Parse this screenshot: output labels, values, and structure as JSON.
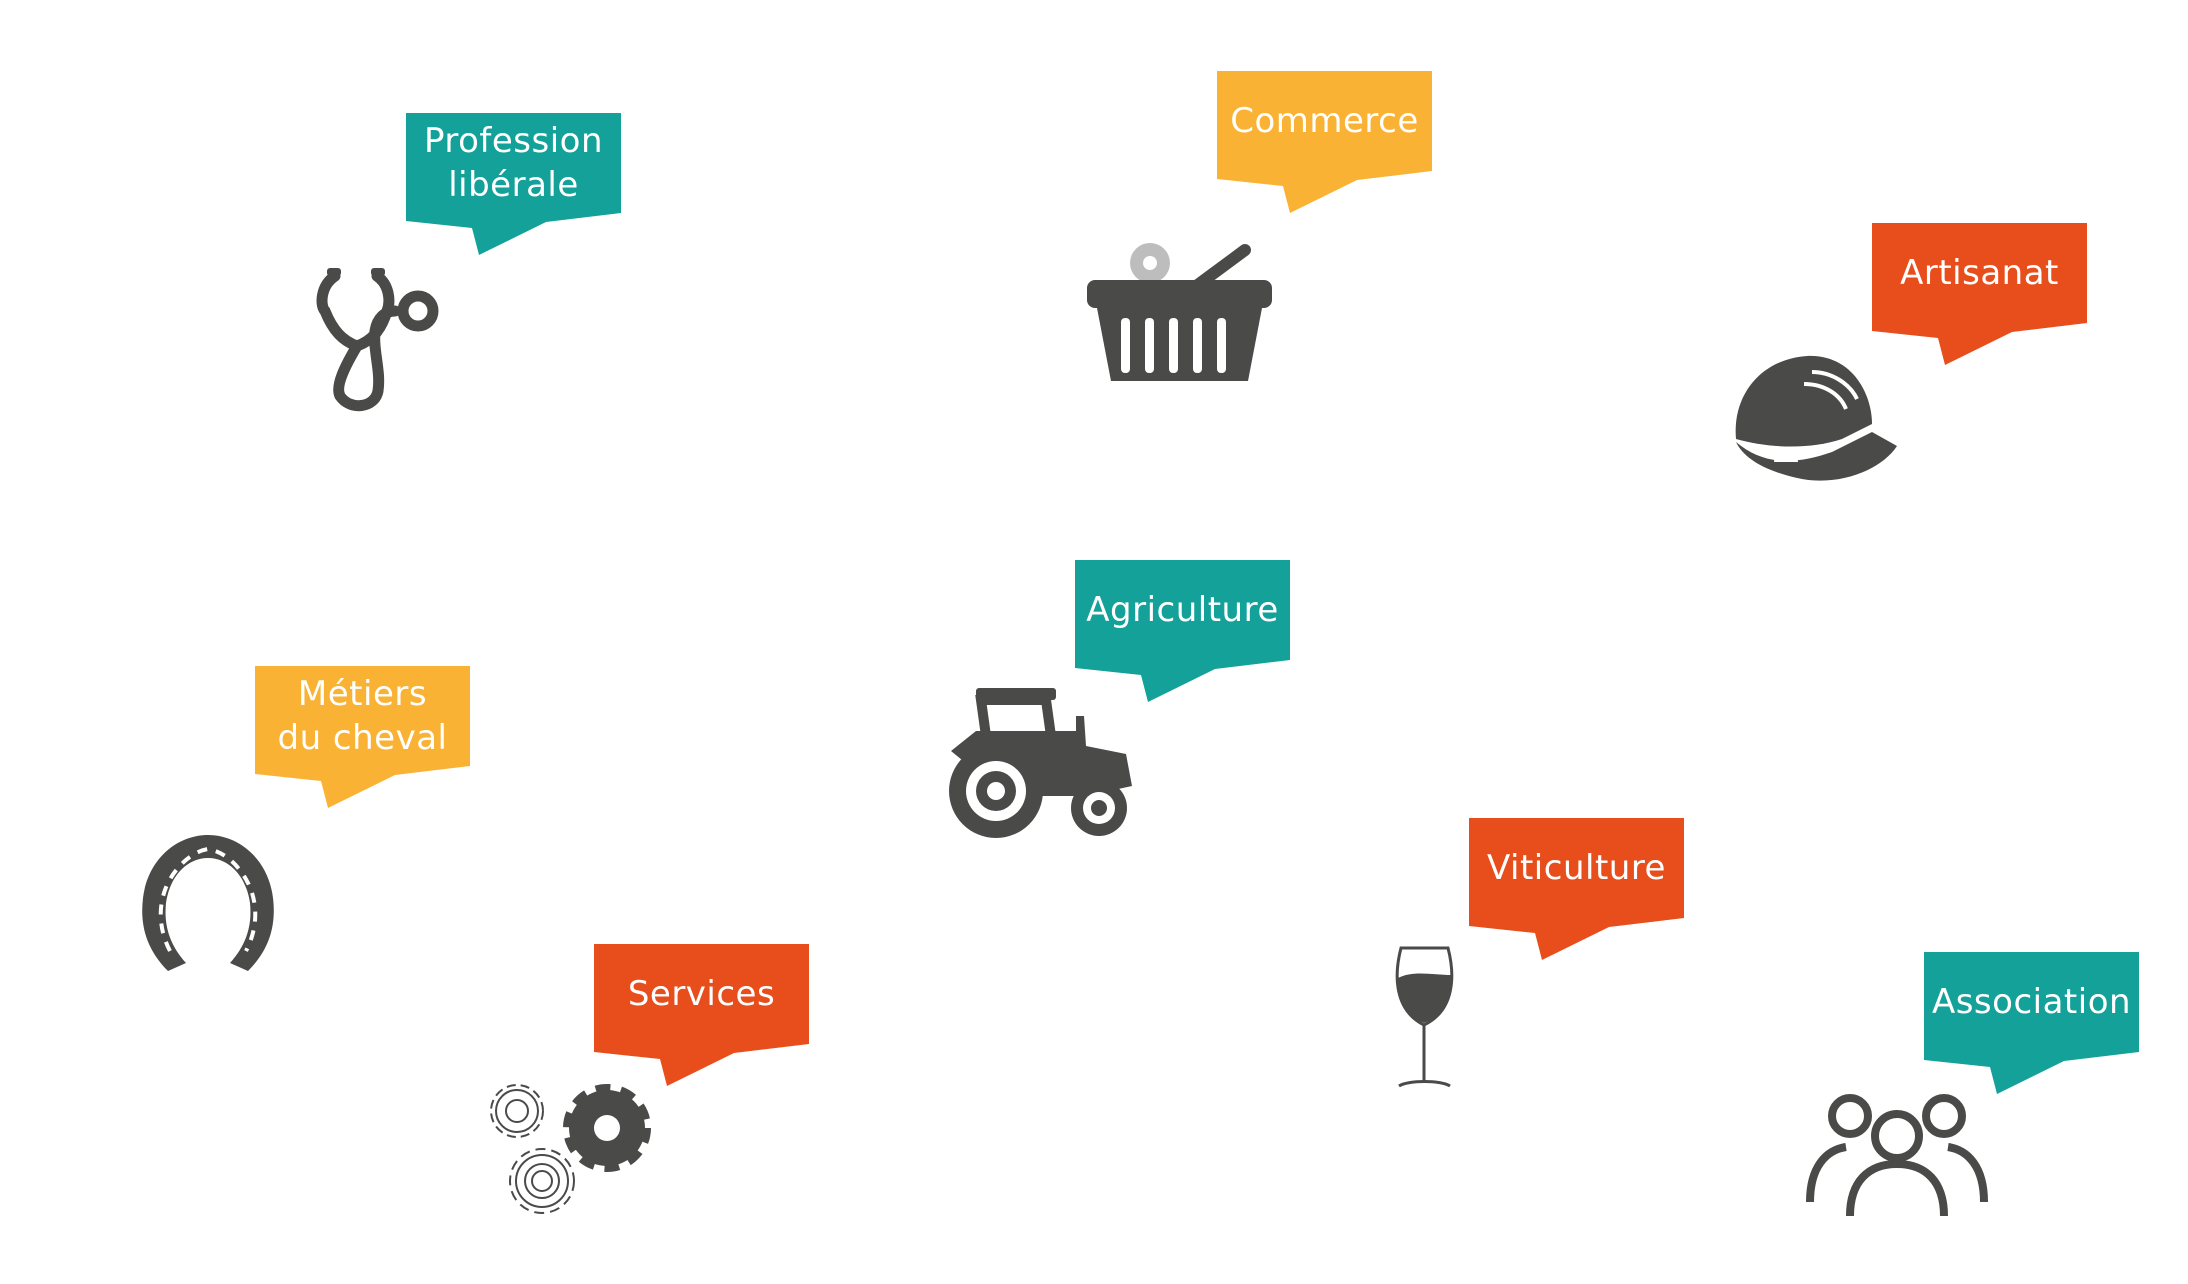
{
  "colors": {
    "teal": "#13A19A",
    "yellow": "#F9B233",
    "orange": "#E84E1B",
    "icon_gray": "#4A4A49"
  },
  "sectors": [
    {
      "label": "Profession\nlibérale",
      "icon": "stethoscope-icon",
      "color": "#13A19A"
    },
    {
      "label": "Commerce",
      "icon": "shopping-basket-icon",
      "color": "#F9B233"
    },
    {
      "label": "Artisanat",
      "icon": "hard-hat-icon",
      "color": "#E84E1B"
    },
    {
      "label": "Agriculture",
      "icon": "tractor-icon",
      "color": "#13A19A"
    },
    {
      "label": "Métiers\ndu cheval",
      "icon": "horseshoe-icon",
      "color": "#F9B233"
    },
    {
      "label": "Services",
      "icon": "gears-icon",
      "color": "#E84E1B"
    },
    {
      "label": "Viticulture",
      "icon": "wine-glass-icon",
      "color": "#E84E1B"
    },
    {
      "label": "Association",
      "icon": "people-icon",
      "color": "#13A19A"
    }
  ]
}
